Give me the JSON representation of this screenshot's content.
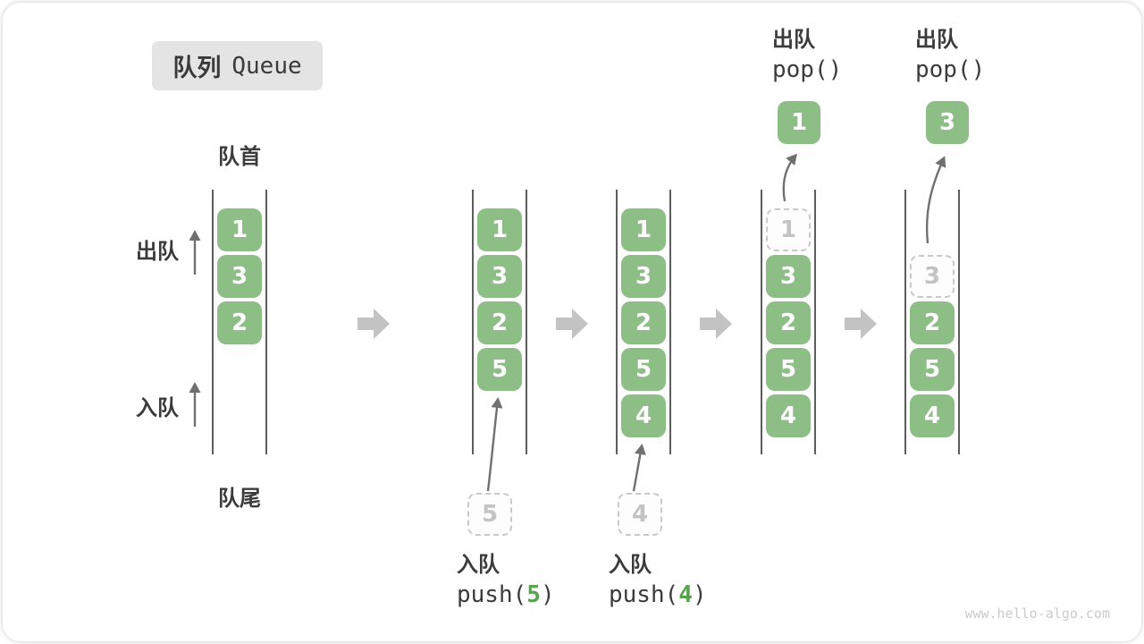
{
  "title": {
    "badge_zh": "队列",
    "badge_en": "Queue"
  },
  "labels": {
    "front": "队首",
    "rear": "队尾",
    "dequeue_side": "出队",
    "enqueue_side": "入队"
  },
  "queue_states": [
    {
      "name": "initial",
      "start_slot": 0,
      "boxes": [
        {
          "value": "1"
        },
        {
          "value": "3"
        },
        {
          "value": "2"
        }
      ]
    },
    {
      "name": "after-push-5",
      "start_slot": 0,
      "boxes": [
        {
          "value": "1"
        },
        {
          "value": "3"
        },
        {
          "value": "2"
        },
        {
          "value": "5"
        }
      ]
    },
    {
      "name": "after-push-4",
      "start_slot": 0,
      "boxes": [
        {
          "value": "1"
        },
        {
          "value": "3"
        },
        {
          "value": "2"
        },
        {
          "value": "5"
        },
        {
          "value": "4"
        }
      ]
    },
    {
      "name": "pop-1",
      "start_slot": 0,
      "boxes": [
        {
          "value": "1",
          "ghost": true
        },
        {
          "value": "3"
        },
        {
          "value": "2"
        },
        {
          "value": "5"
        },
        {
          "value": "4"
        }
      ]
    },
    {
      "name": "pop-3",
      "start_slot": 1,
      "boxes": [
        {
          "value": "3",
          "ghost": true
        },
        {
          "value": "2"
        },
        {
          "value": "5"
        },
        {
          "value": "4"
        }
      ]
    }
  ],
  "operations": {
    "push_5": {
      "action_label": "入队",
      "code_prefix": "push(",
      "code_value": "5",
      "code_suffix": ")",
      "staged_value": "5"
    },
    "push_4": {
      "action_label": "入队",
      "code_prefix": "push(",
      "code_value": "4",
      "code_suffix": ")",
      "staged_value": "4"
    },
    "pop_1": {
      "action_label": "出队",
      "code": "pop()",
      "popped_value": "1"
    },
    "pop_2": {
      "action_label": "出队",
      "code": "pop()",
      "popped_value": "3"
    }
  },
  "watermark": {
    "text": "www.hello-algo.com"
  },
  "icons": {
    "step_arrow": "right-block-arrow",
    "dequeue_arrow": "up-arrow",
    "enqueue_arrow": "up-arrow",
    "push_arrow": "curved-up-arrow",
    "pop_arrow": "curved-up-arrow"
  },
  "colors": {
    "box_green": "#8cbe86",
    "box_text": "#ffffff",
    "ghost_border": "#c9c9c9",
    "ghost_text": "#c3c3c3",
    "dark_text": "#3b3b3b",
    "arrow_dark": "#707070",
    "arrow_light": "#c3c3c3",
    "badge_bg": "#e4e4e4",
    "code_arg_green": "#57a34f",
    "rail": "#5d5d5d",
    "watermark": "#cbcbcb"
  }
}
